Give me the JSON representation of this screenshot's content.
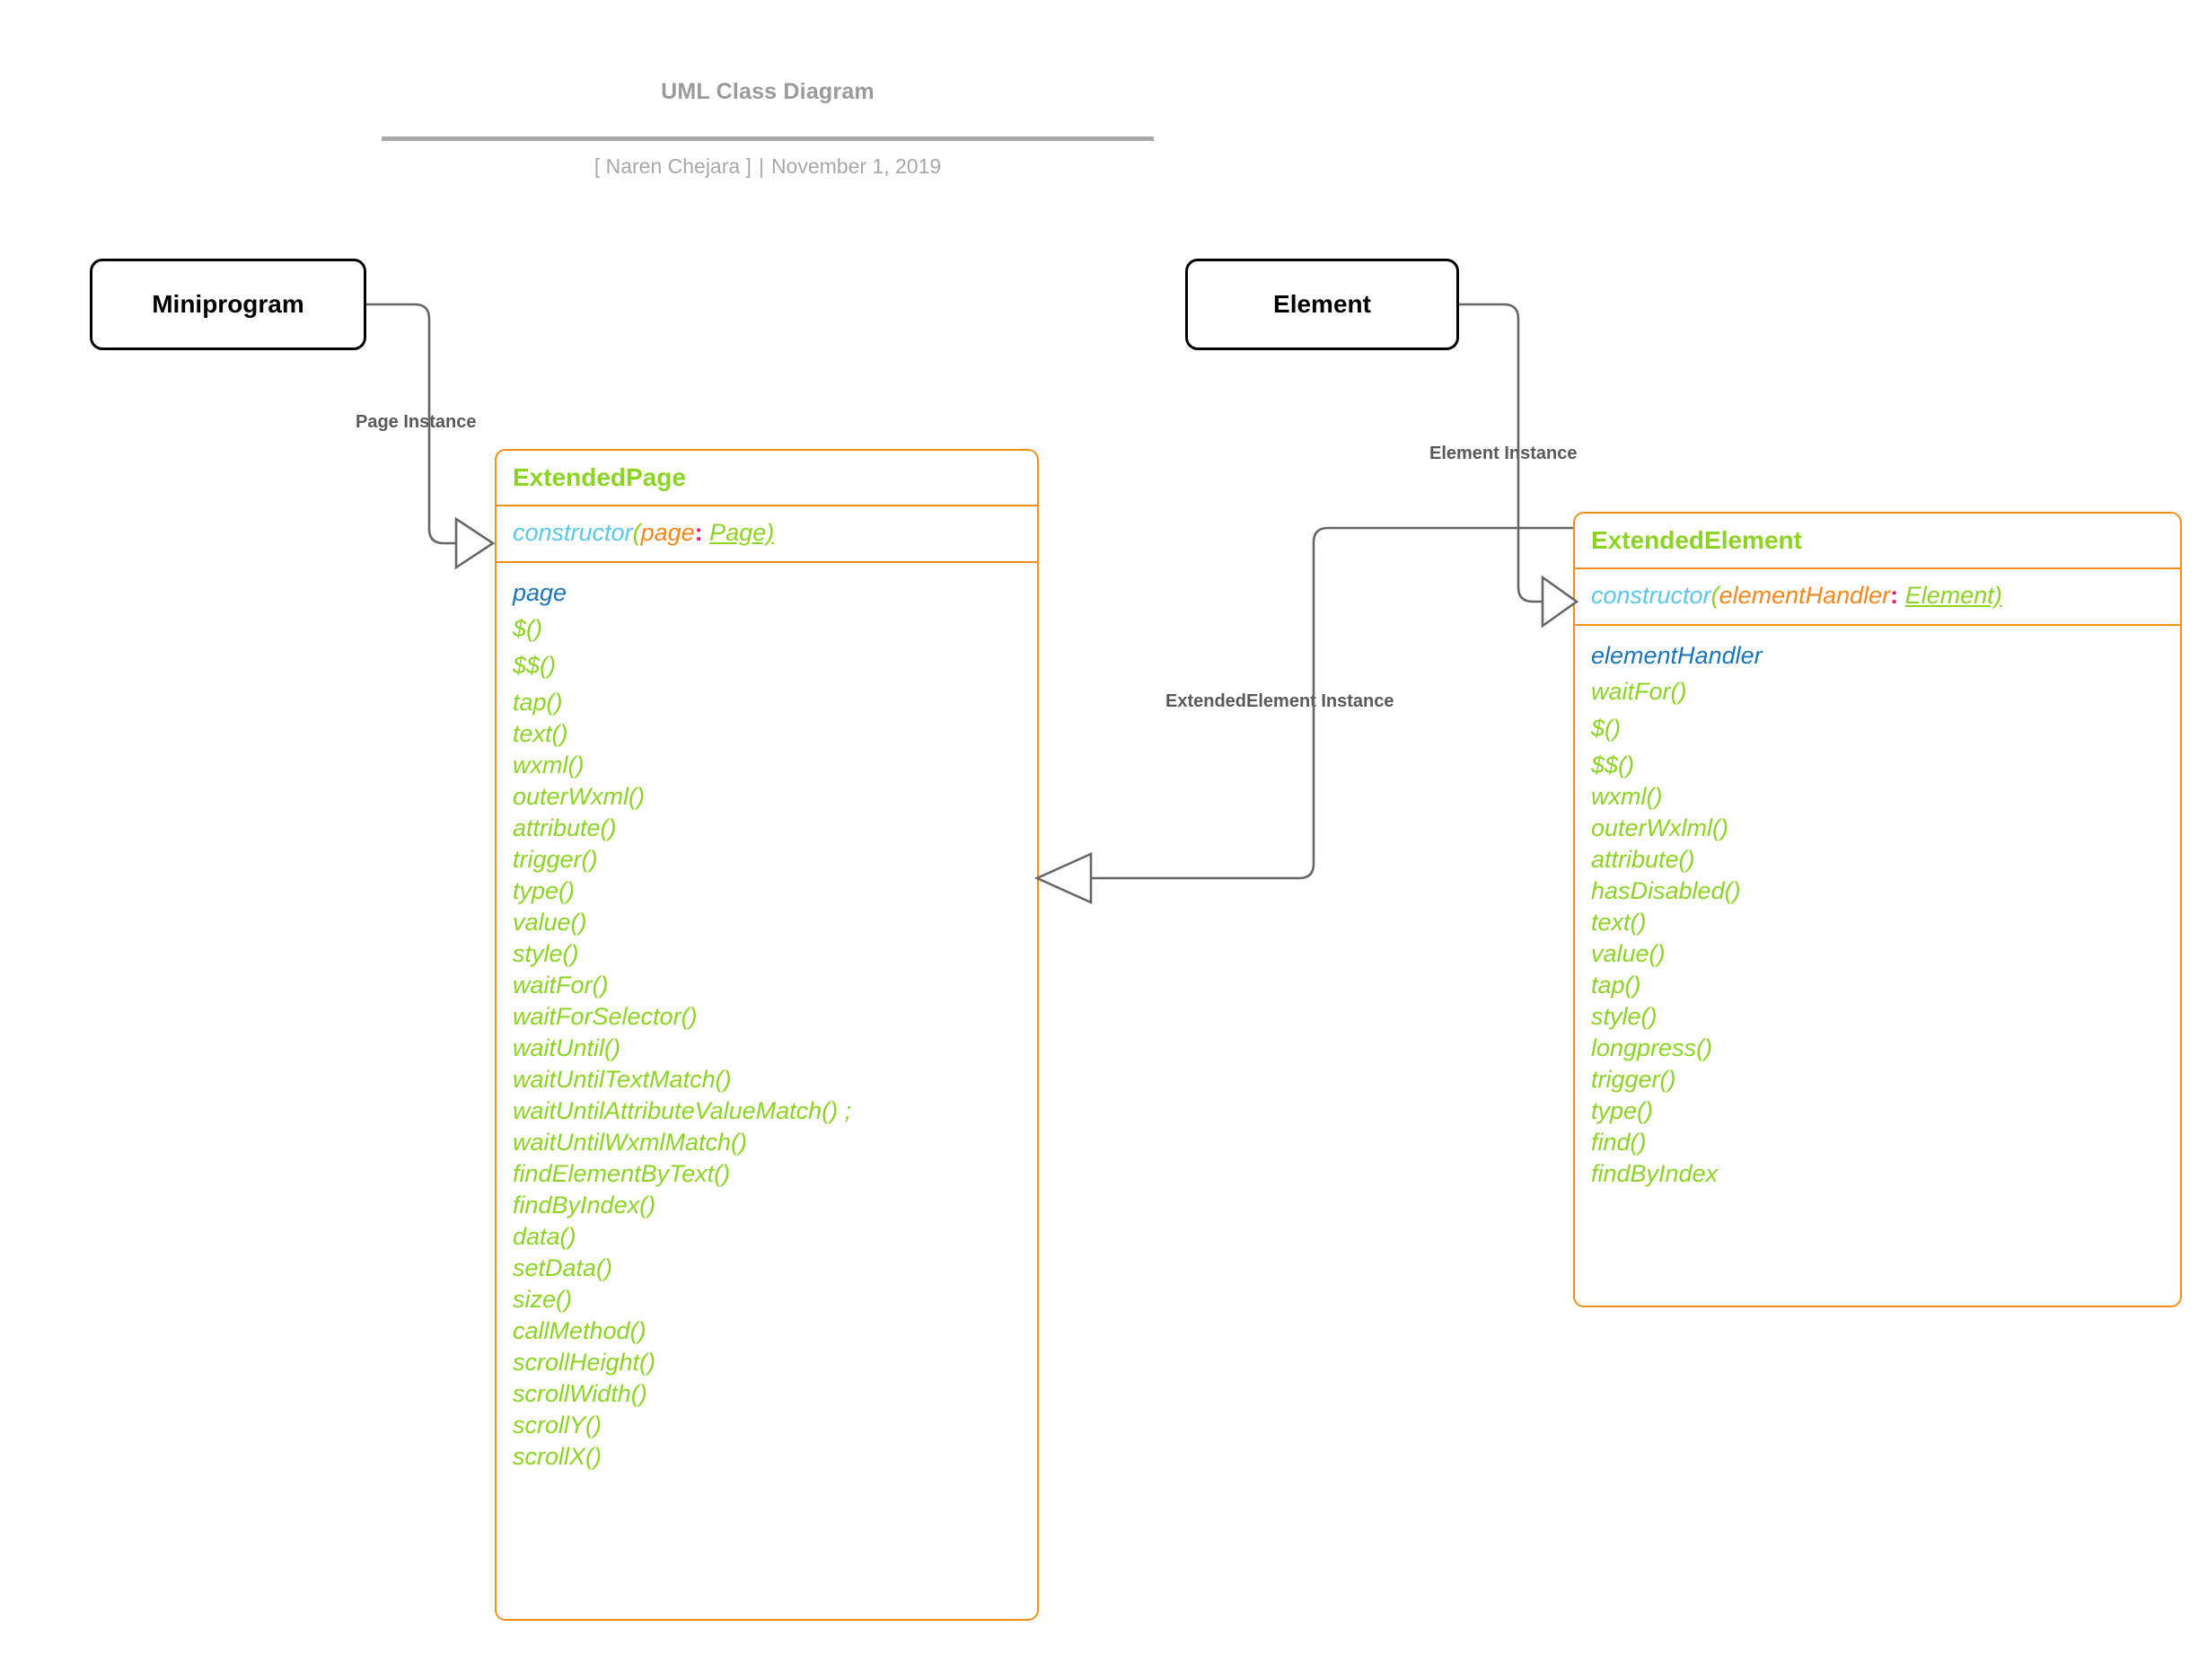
{
  "header": {
    "title": "UML Class Diagram",
    "author": "[ Naren Chejara ]",
    "separator": "|",
    "date": "November 1, 2019"
  },
  "external_classes": [
    {
      "name": "Miniprogram"
    },
    {
      "name": "Element"
    }
  ],
  "connectors": [
    {
      "label": "Page Instance"
    },
    {
      "label": "Element Instance"
    },
    {
      "label": "ExtendedElement Instance"
    }
  ],
  "classes": [
    {
      "name": "ExtendedPage",
      "constructor": {
        "fn": "constructor",
        "open": "(",
        "arg": "page",
        "colon": ":",
        "type": "Page)"
      },
      "attributes": [
        "page"
      ],
      "methods": [
        "$()",
        "$$()",
        "tap()",
        "text()",
        "wxml()",
        "outerWxml()",
        "attribute()",
        "trigger()",
        "type()",
        "value()",
        "style()",
        "waitFor()",
        "waitForSelector()",
        "waitUntil()",
        "waitUntilTextMatch()",
        "waitUntilAttributeValueMatch() ;",
        "waitUntilWxmlMatch()",
        "findElementByText()",
        "findByIndex()",
        "data()",
        "setData()",
        "size()",
        "callMethod()",
        "scrollHeight()",
        "scrollWidth()",
        "scrollY()",
        "scrollX()"
      ]
    },
    {
      "name": "ExtendedElement",
      "constructor": {
        "fn": "constructor",
        "open": "(",
        "arg": "elementHandler",
        "colon": ":",
        "type": "Element)"
      },
      "attributes": [
        "elementHandler"
      ],
      "methods": [
        "waitFor()",
        "$()",
        "$$()",
        "wxml()",
        "outerWxlml()",
        "attribute()",
        "hasDisabled()",
        "text()",
        "value()",
        "tap()",
        "style()",
        "longpress()",
        "trigger()",
        "type()",
        "find()",
        "findByIndex"
      ]
    }
  ],
  "colors": {
    "class_name": "#8CD424",
    "method": "#8CD424",
    "attribute": "#1B75BB",
    "constructor_fn": "#5BC8E8",
    "constructor_arg": "#F5871F",
    "constructor_colon": "#EC1A72",
    "box_border": "#F39019",
    "connector": "#666666",
    "header_text": "#9a9a9a"
  }
}
